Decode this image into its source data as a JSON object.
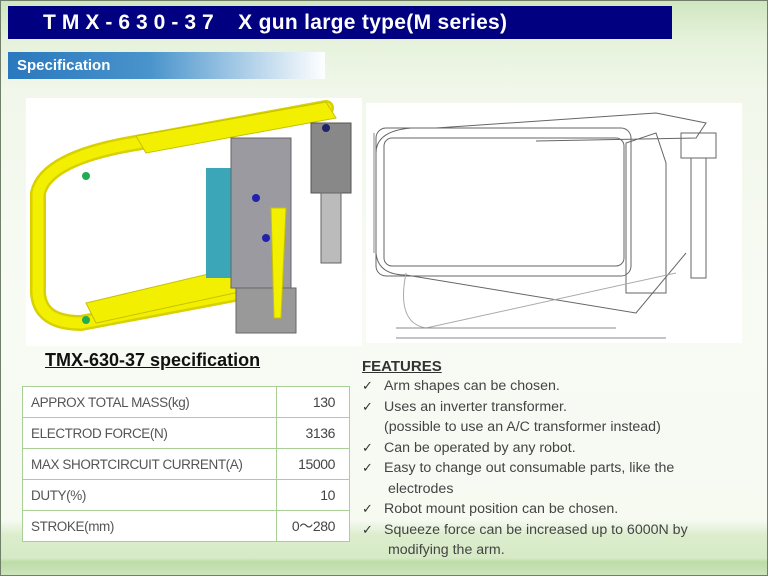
{
  "header": {
    "model_code": "TMX-630-37",
    "title": "X gun large type(M series)"
  },
  "section_label": "Specification",
  "images": {
    "photo": "3d-rendering-x-gun",
    "drawing": "dimension-drawing"
  },
  "spec": {
    "title": "TMX-630-37 specification",
    "rows": [
      {
        "label": "APPROX TOTAL MASS(kg)",
        "value": "130"
      },
      {
        "label": "ELECTROD FORCE(N)",
        "value": "3136"
      },
      {
        "label": "MAX SHORTCIRCUIT CURRENT(A)",
        "value": "15000"
      },
      {
        "label": "DUTY(%)",
        "value": "10"
      },
      {
        "label": "STROKE(mm)",
        "value": "0～280"
      }
    ]
  },
  "features": {
    "title": "FEATURES",
    "items": [
      "Arm shapes can be chosen.",
      "Uses an inverter transformer.\n(possible to use an A/C transformer instead)",
      "Can be operated by any robot.",
      "Easy to change out consumable parts, like the\n electrodes",
      "Robot mount position can be chosen.",
      "Squeeze force can be increased up to 6000N by\n modifying the arm."
    ]
  },
  "colors": {
    "title_bg": "#000080",
    "label_blue": "#2a78bd",
    "arm_yellow": "#f2f000",
    "table_border": "#a8cf96"
  }
}
